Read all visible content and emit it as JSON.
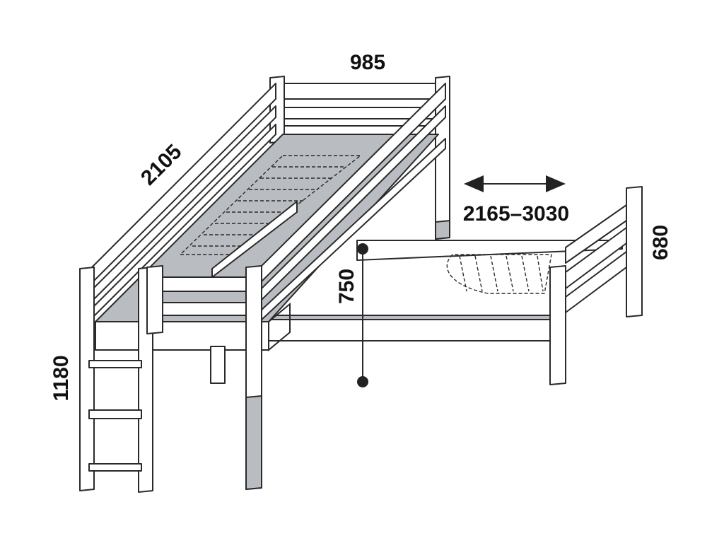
{
  "dimensions": {
    "width_top": "985",
    "length_top": "2105",
    "total_height": "1180",
    "lower_height": "750",
    "length_adjustable": "2165–3030",
    "width_lower": "680"
  }
}
